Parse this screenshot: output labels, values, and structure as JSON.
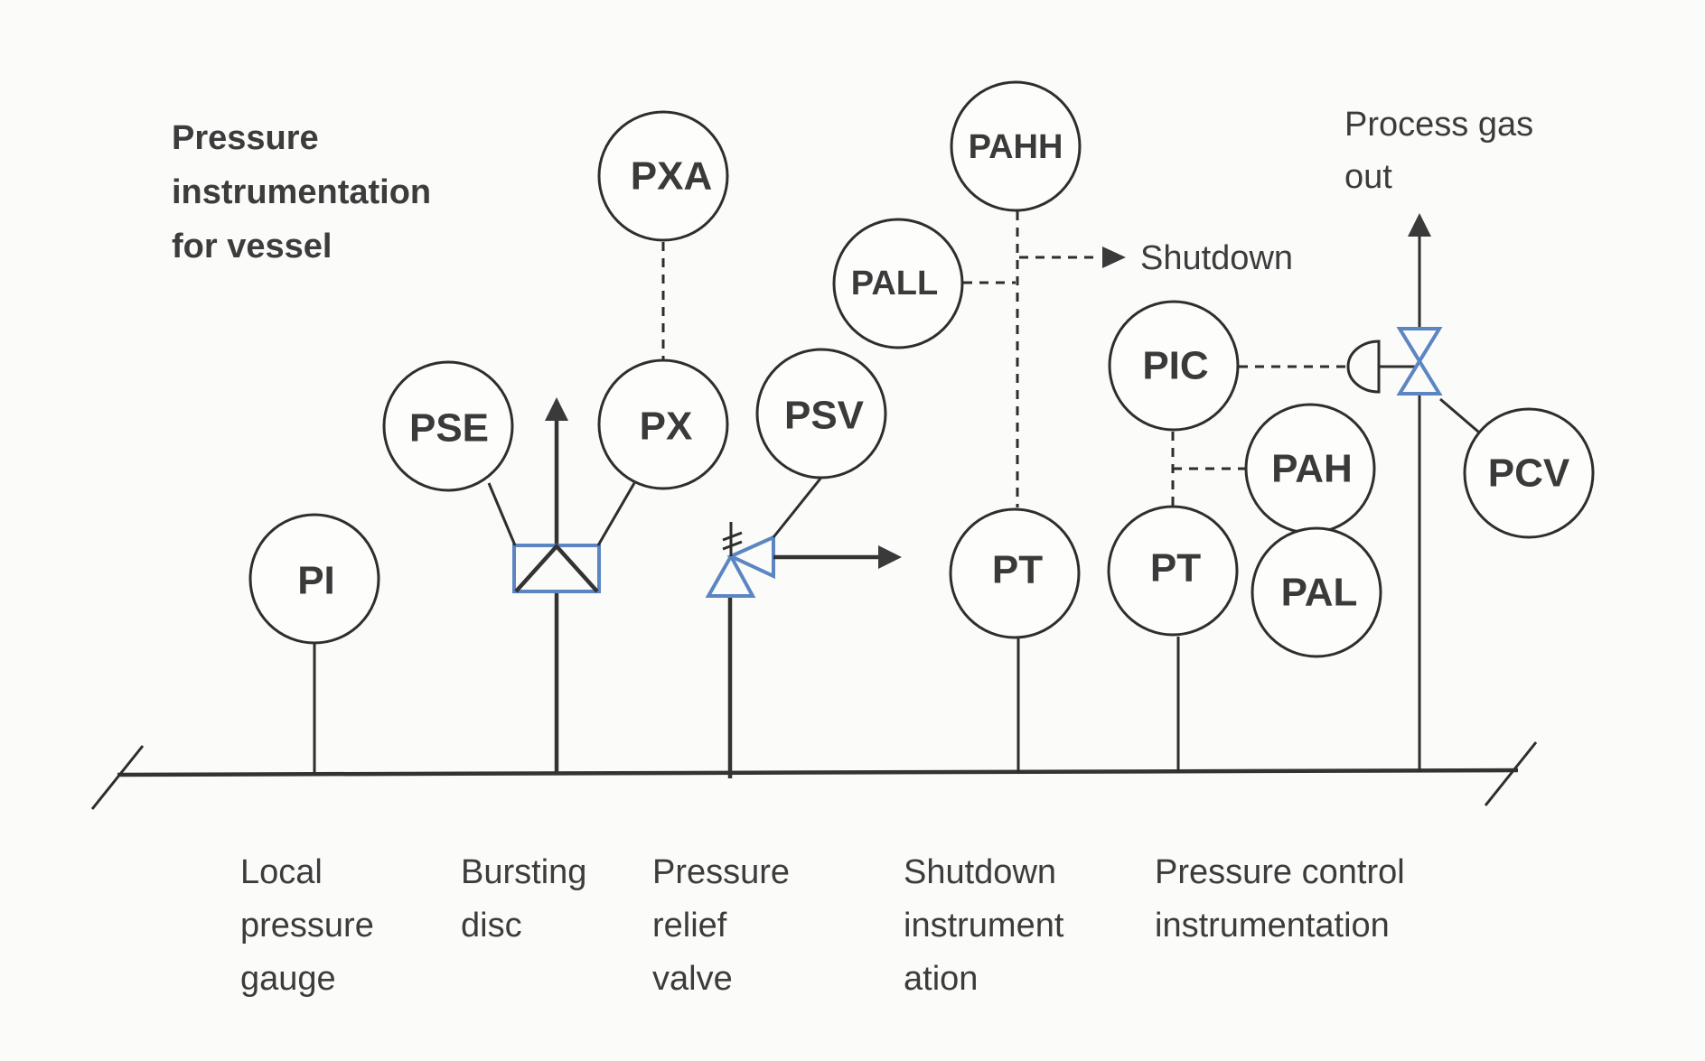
{
  "title": {
    "lines": [
      "Pressure",
      "instrumentation",
      "for vessel"
    ]
  },
  "process_gas": {
    "lines": [
      "Process gas",
      "out"
    ]
  },
  "shutdown_label": "Shutdown",
  "instruments": {
    "pi": "PI",
    "pse": "PSE",
    "px": "PX",
    "pxa": "PXA",
    "psv": "PSV",
    "pahh": "PAHH",
    "pall": "PALL",
    "pt_shutdown": "PT",
    "pic": "PIC",
    "pah": "PAH",
    "pt_control": "PT",
    "pal": "PAL",
    "pcv": "PCV"
  },
  "sections": [
    {
      "lines": [
        "Local",
        "pressure",
        "gauge"
      ]
    },
    {
      "lines": [
        "Bursting",
        "disc"
      ]
    },
    {
      "lines": [
        "Pressure",
        "relief",
        "valve"
      ]
    },
    {
      "lines": [
        "Shutdown",
        "instrument",
        "ation"
      ]
    },
    {
      "lines": [
        "Pressure control",
        "instrumentation"
      ]
    }
  ],
  "colors": {
    "line": "#2e2e2e",
    "valve_symbol": "#5b86c2",
    "text": "#3c3c3c"
  }
}
